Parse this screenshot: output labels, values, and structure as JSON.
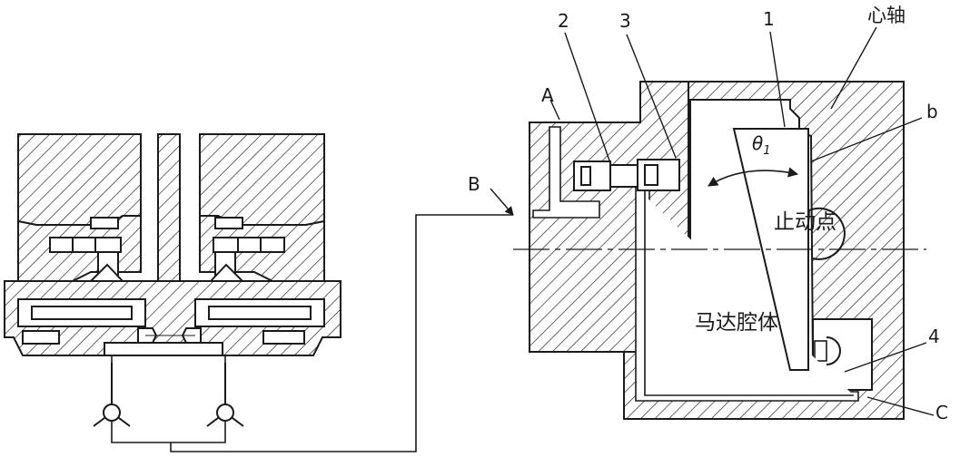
{
  "labels": {
    "part_1": "1",
    "part_2": "2",
    "part_3": "3",
    "part_4": "4",
    "port_a": "A",
    "port_b": "B",
    "port_c": "C",
    "port_b_small": "b",
    "mandrel": "心轴",
    "stop_point": "止动点",
    "motor_cavity": "马达腔体",
    "theta": "θ",
    "theta_sub": "1"
  },
  "colors": {
    "line": "#1a1a1a",
    "background": "#ffffff"
  }
}
